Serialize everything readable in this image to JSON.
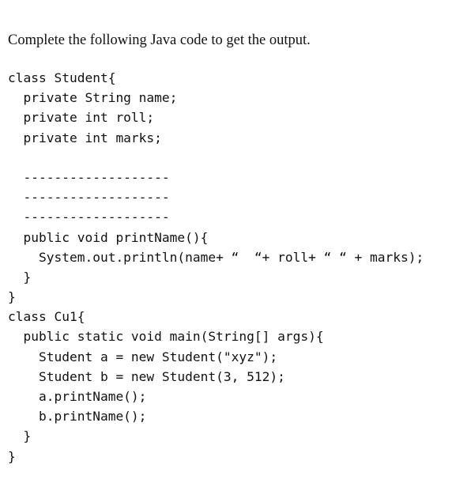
{
  "question": {
    "text": "Complete the following Java code to get the output."
  },
  "code": {
    "lines": [
      "class Student{",
      "  private String name;",
      "  private int roll;",
      "  private int marks;",
      "",
      "  -------------------",
      "  -------------------",
      "  -------------------",
      "  public void printName(){",
      "    System.out.println(name+ “  “+ roll+ “ “ + marks);",
      "  }",
      "}",
      "class Cu1{",
      "  public static void main(String[] args){",
      "    Student a = new Student(\"xyz\");",
      "    Student b = new Student(3, 512);",
      "    a.printName();",
      "    b.printName();",
      "  }",
      "}"
    ]
  }
}
